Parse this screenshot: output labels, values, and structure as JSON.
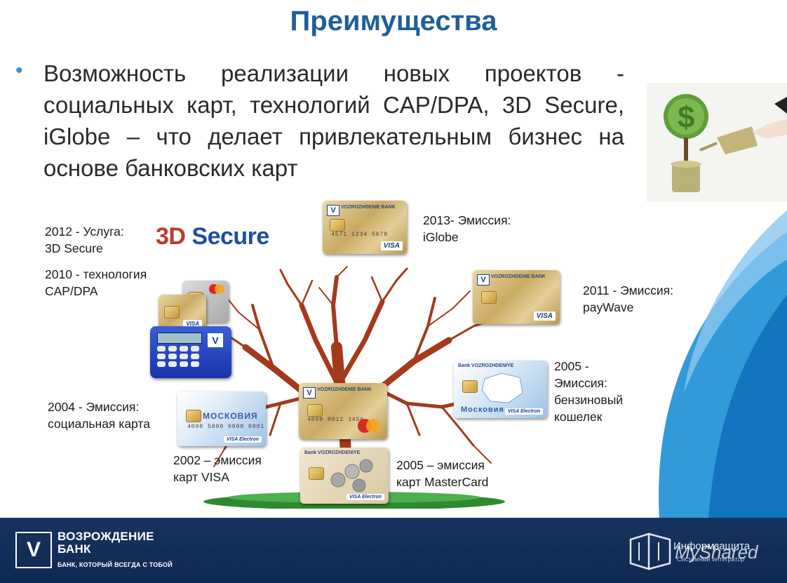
{
  "slide": {
    "title": "Преимущества",
    "bullet": "Возможность реализации новых проектов - социальных карт, технологий CAP/DPA, 3D Secure, iGlobe – что делает привлекательным бизнес на основе банковских карт"
  },
  "logo_3d": {
    "part1": "3D",
    "part2": " Secure"
  },
  "milestones": {
    "m2012": "2012 - Услуга:\n3D Secure",
    "m2010": "2010 - технология\nCAP/DPA",
    "m2013": "2013- Эмиссия:\niGlobe",
    "m2011": "2011 - Эмиссия:\npayWave",
    "m2005_fuel": "2005 -\nЭмиссия:\nбензиновый\nкошелек",
    "m2004": "2004 - Эмиссия:\nсоциальная карта",
    "m2002": "2002 – эмиссия\nкарт VISA",
    "m2005_mc": "2005 – эмиссия\nкарт MasterCard"
  },
  "card_text": {
    "moscow": "МОСКОВИЯ",
    "moscow_blue": "Московия",
    "bank_vozrozhdeniye": "Bank VOZROZHDENIYE",
    "vozrozhdenie_bank": "VOZROZHDENIE BANK",
    "visa": "VISA",
    "visa_electron": "VISA Electron",
    "num_visa": "4000 5800 0000 0001",
    "num_gold": "4000 0012 3456",
    "num_iglobe": "4571 1234 5678"
  },
  "footer": {
    "bank_name": "ВОЗРОЖДЕНИЕ\nБАНК",
    "slogan": "БАНК, КОТОРЫЙ ВСЕГДА С ТОБОЙ",
    "partner": "Информзащита",
    "partner_sub": "Системный интегратор",
    "watermark": "MyShared"
  },
  "colors": {
    "title": "#1f5f99",
    "footer_bg": "#16335f",
    "swoosh": "#1d8fd6",
    "tree_trunk": "#a33a1c"
  }
}
